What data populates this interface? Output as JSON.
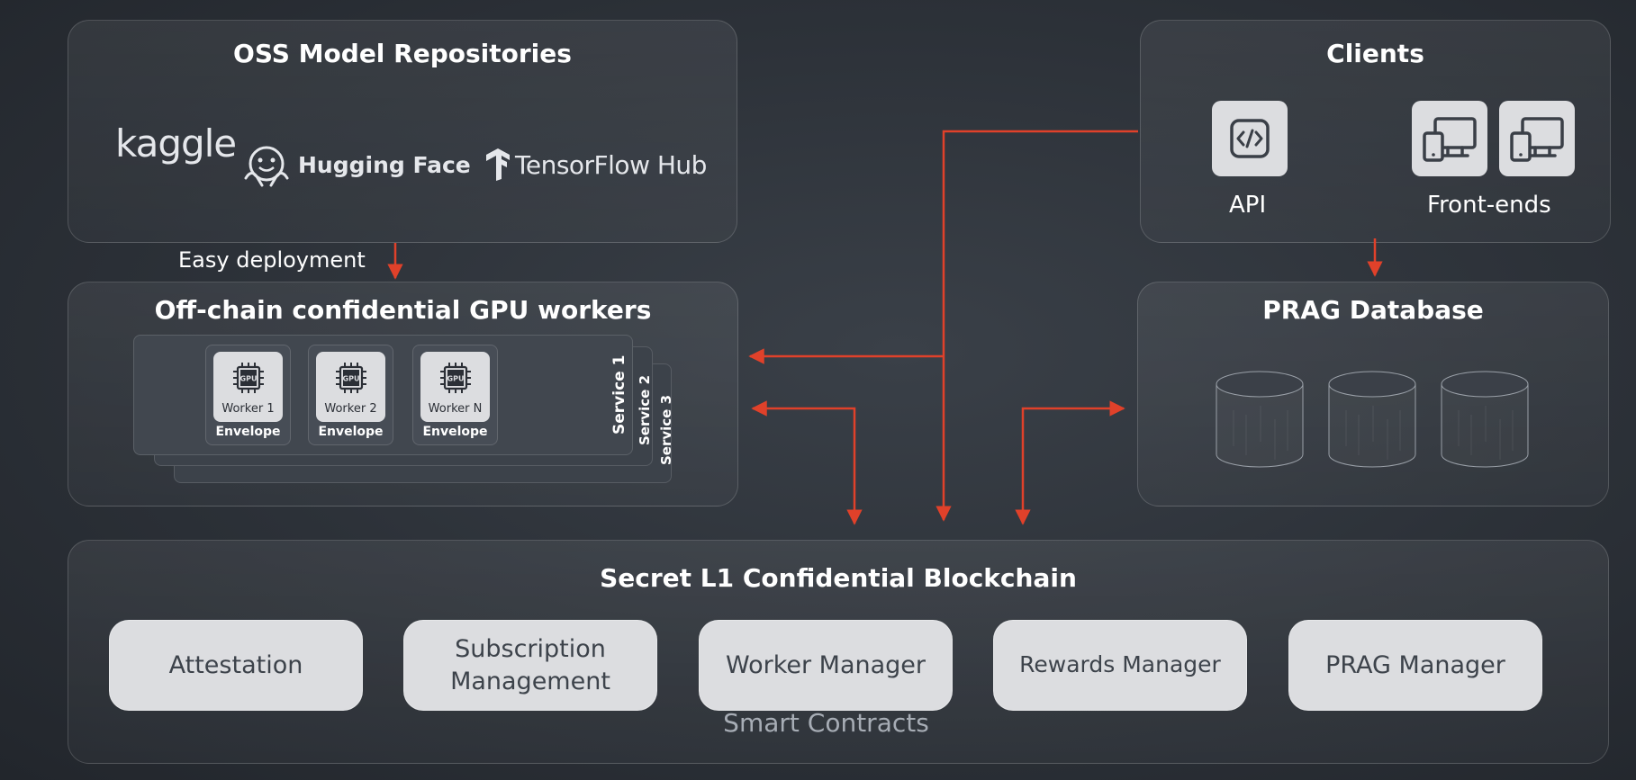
{
  "oss_panel": {
    "title": "OSS Model Repositories",
    "logos": {
      "kaggle": "kaggle",
      "hugging_face": "Hugging Face",
      "tensorflow_hub": "TensorFlow Hub"
    }
  },
  "easy_deployment_label": "Easy deployment",
  "gpu_panel": {
    "title": "Off-chain confidential GPU workers",
    "services": [
      "Service 1",
      "Service 2",
      "Service 3"
    ],
    "workers": [
      {
        "chip": "GPU",
        "name": "Worker 1",
        "envelope": "Envelope"
      },
      {
        "chip": "GPU",
        "name": "Worker 2",
        "envelope": "Envelope"
      },
      {
        "chip": "GPU",
        "name": "Worker N",
        "envelope": "Envelope"
      }
    ]
  },
  "clients_panel": {
    "title": "Clients",
    "api_label": "API",
    "frontends_label": "Front-ends"
  },
  "prag_panel": {
    "title": "PRAG Database"
  },
  "blockchain_panel": {
    "title": "Secret L1 Confidential Blockchain",
    "contracts": [
      "Attestation",
      "Subscription Management",
      "Worker Manager",
      "Rewards Manager",
      "PRAG Manager"
    ],
    "footer": "Smart Contracts"
  },
  "colors": {
    "arrow": "#e0412a",
    "contract_bg": "#dcdde0",
    "contract_text": "#3d434b"
  },
  "icons": [
    "code-icon",
    "device-icon",
    "gpu-chip-icon",
    "database-icon",
    "hugging-face-icon",
    "tensorflow-icon"
  ]
}
